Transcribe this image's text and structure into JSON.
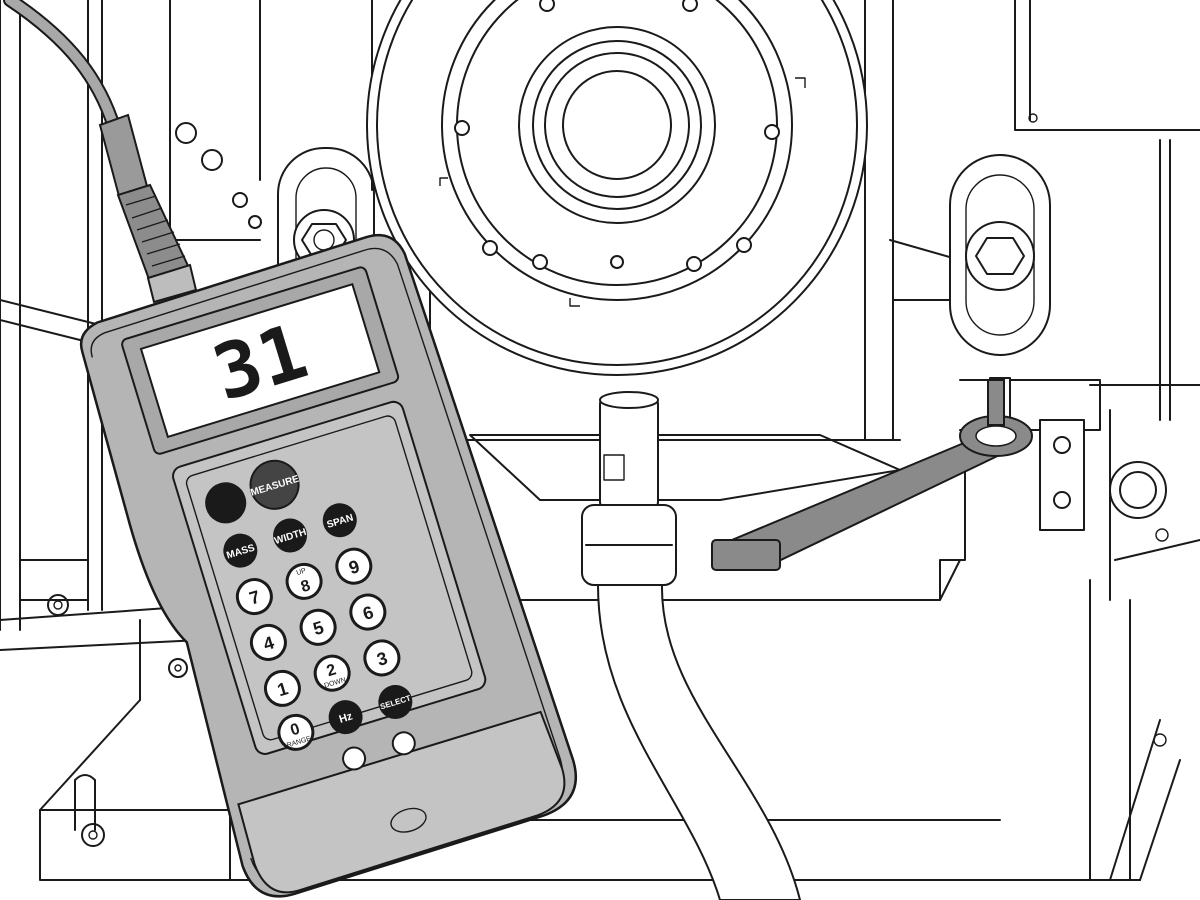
{
  "display": {
    "reading": "31"
  },
  "keys": {
    "measure": "MEASURE",
    "mass": "MASS",
    "width": "WIDTH",
    "span": "SPAN",
    "hz": "Hz",
    "select": "SELECT",
    "digits": [
      "0",
      "1",
      "2",
      "3",
      "4",
      "5",
      "6",
      "7",
      "8",
      "9"
    ],
    "up": "UP",
    "down": "DOWN",
    "range": "RANGE"
  },
  "colors": {
    "line": "#1a1a1a",
    "device_body": "#b5b5b5",
    "device_panel": "#c4c4c4",
    "key_dark": "#1a1a1a",
    "wrench": "#8a8a8a"
  }
}
